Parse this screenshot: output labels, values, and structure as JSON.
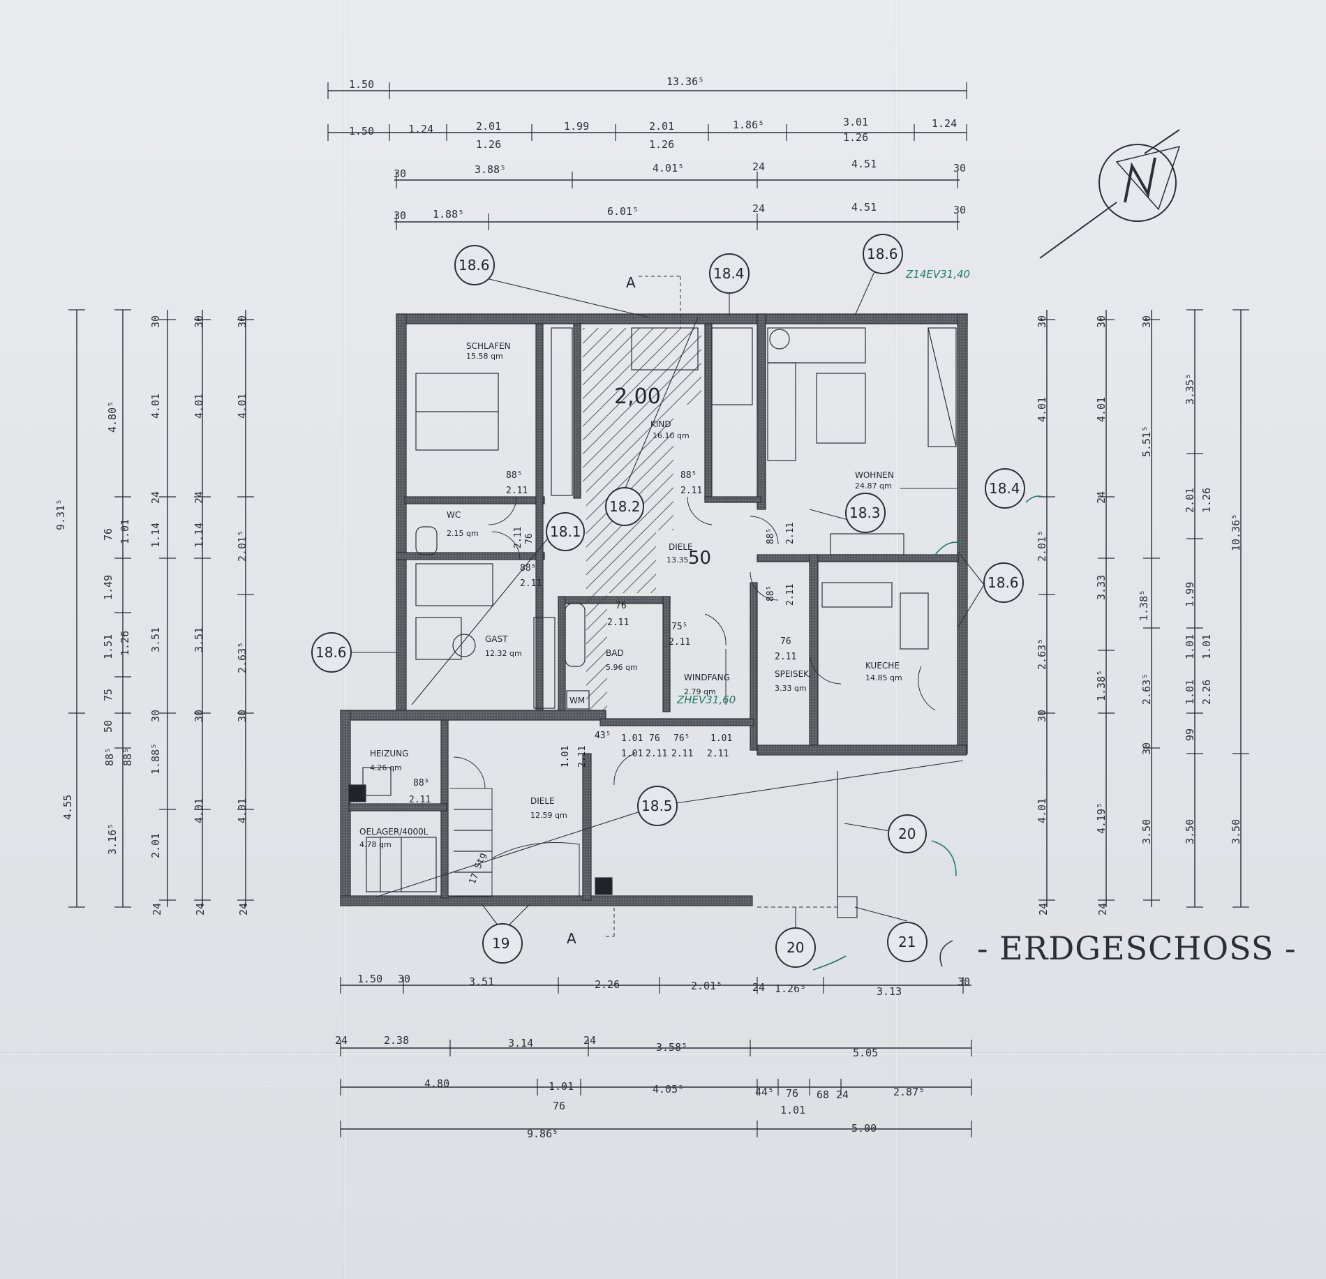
{
  "title": "- ERDGESCHOSS -",
  "section_marks": [
    "A",
    "A"
  ],
  "dims_top": {
    "row1": [
      "1.50",
      "13.36⁵"
    ],
    "row2": [
      "1.50",
      "1.24",
      "2.01",
      "1.99",
      "2.01",
      "1.86⁵",
      "3.01",
      "1.24"
    ],
    "row2_sub": [
      "1.26",
      "1.26",
      "1.26"
    ],
    "row3": [
      "30",
      "3.88⁵",
      "4.01⁵",
      "24",
      "4.51",
      "30"
    ],
    "row4": [
      "30",
      "1.88⁵",
      "6.01⁵",
      "24",
      "4.51",
      "30"
    ]
  },
  "dims_bottom": {
    "row1": [
      "1.50",
      "30",
      "3.51",
      "2.26",
      "2.01⁵",
      "24",
      "1.26⁵",
      "3.13",
      "30"
    ],
    "row2": [
      "24",
      "2.38",
      "3.14",
      "24",
      "3.58⁵",
      "5.05"
    ],
    "row3": [
      "4.80",
      "1.01",
      "76",
      "4.05⁵",
      "44⁵",
      "76",
      "1.01",
      "68",
      "24",
      "2.87⁵"
    ],
    "row4": [
      "9.86⁵",
      "5.00"
    ]
  },
  "dims_left": {
    "col1": [
      "9.31⁵",
      "4.55"
    ],
    "col2": [
      "4.80⁵",
      "76",
      "1.01",
      "1.49",
      "1.51",
      "1.26",
      "75",
      "50",
      "88⁵",
      "88⁵",
      "3.16⁵"
    ],
    "col3": [
      "30",
      "4.01",
      "24",
      "1.14",
      "3.51",
      "30",
      "1.88⁵",
      "2.01",
      "24"
    ],
    "col4": [
      "30",
      "4.01",
      "24",
      "1.14",
      "3.51",
      "30",
      "4.01",
      "24"
    ],
    "col5": [
      "30",
      "4.01",
      "2.01⁵",
      "2.63⁵",
      "30",
      "4.01",
      "24"
    ]
  },
  "dims_right": {
    "col1": [
      "30",
      "4.01",
      "2.01⁵",
      "2.63⁵",
      "30",
      "4.01",
      "24"
    ],
    "col2": [
      "30",
      "4.01",
      "24",
      "3.33",
      "1.38⁵",
      "4.19⁵",
      "24"
    ],
    "col3": [
      "30",
      "5.51⁵",
      "1.38⁵",
      "2.63⁵",
      "30",
      "3.50"
    ],
    "col4": [
      "3.35⁵",
      "2.01",
      "1.26",
      "1.99",
      "1.01",
      "1.01",
      "99",
      "3.50"
    ],
    "col5": [
      "10.36⁵",
      "1.01",
      "2.26",
      "3.50"
    ]
  },
  "rooms": [
    {
      "name": "SCHLAFEN",
      "area": "15.58 qm"
    },
    {
      "name": "KIND",
      "area": "16.10 qm"
    },
    {
      "name": "WOHNEN",
      "area": "24.87 qm"
    },
    {
      "name": "WC",
      "area": "2.15 qm"
    },
    {
      "name": "DIELE",
      "area": "13.35"
    },
    {
      "name": "GAST",
      "area": "12.32 qm"
    },
    {
      "name": "BAD",
      "area": "5.96 qm"
    },
    {
      "name": "WINDFANG",
      "area": "2.79 qm"
    },
    {
      "name": "SPEISEK.",
      "area": "3.33 qm"
    },
    {
      "name": "KUECHE",
      "area": "14.85 qm"
    },
    {
      "name": "HEIZUNG",
      "area": "4.26 qm"
    },
    {
      "name": "DIELE",
      "area": "12.59 qm"
    },
    {
      "name": "OELAGER/4000L",
      "area": "4.78 qm"
    },
    {
      "name": "WM",
      "area": ""
    }
  ],
  "door_labels": [
    "88⁵",
    "2.11",
    "88⁵",
    "2.11",
    "76",
    "2.11",
    "88⁵",
    "2.11",
    "88⁵",
    "2.11",
    "88⁵",
    "2.11",
    "76",
    "2.11",
    "75⁵",
    "2.11",
    "76",
    "2.11",
    "88⁵",
    "2.11",
    "1.01",
    "2.11",
    "1.01",
    "1.01",
    "76⁵",
    "2.11",
    "1.01",
    "2.11",
    "43⁵",
    "76",
    "2.11"
  ],
  "bubbles": [
    "18.6",
    "18.4",
    "18.6",
    "18.1",
    "18.2",
    "18.3",
    "18.4",
    "18.6",
    "18.6",
    "18.5",
    "20",
    "19",
    "20",
    "21"
  ],
  "handwriting": {
    "big_dim": "2,00",
    "big_dim2": "50",
    "note1": "Z14EV31,40",
    "note2": "ZHEV31,60",
    "stair": "17 Stg"
  },
  "colors": {
    "ink": "#1f232a",
    "wall": "#4a4d52",
    "note": "#1f7a68",
    "paper": "#e4e7ea"
  }
}
